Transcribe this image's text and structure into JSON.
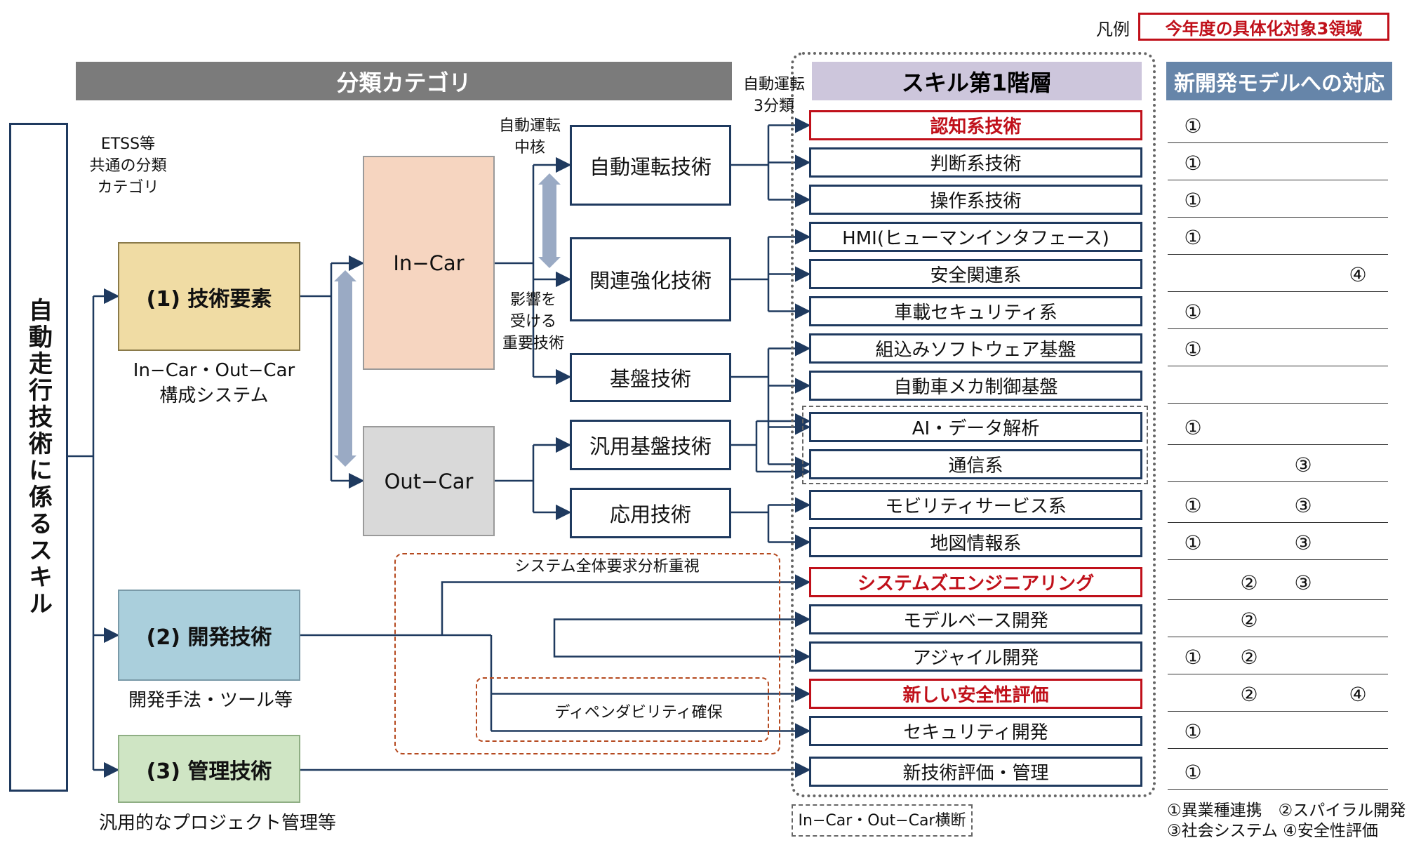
{
  "legend": {
    "label": "凡例",
    "box_text": "今年度の具体化対象3領域"
  },
  "headers": {
    "category": "分類カテゴリ",
    "skill_level1": "スキル第1階層",
    "new_model": "新開発モデルへの対応"
  },
  "root_label": "自動走行技術に係るスキル",
  "etss_note": "ETSS等 共通の分類 カテゴリ",
  "categories": [
    {
      "label": "(1) 技術要素",
      "caption": "In−Car・Out−Car 構成システム",
      "color": "#f0dca4"
    },
    {
      "label": "(2) 開発技術",
      "caption": "開発手法・ツール等",
      "color": "#aacfdc"
    },
    {
      "label": "(3) 管理技術",
      "caption": "汎用的なプロジェクト管理等",
      "color": "#cfe5c4"
    }
  ],
  "in_car": {
    "label": "In−Car",
    "color": "#f6d5c0"
  },
  "out_car": {
    "label": "Out−Car",
    "color": "#d9d9d9"
  },
  "tech_boxes": [
    "自動運転技術",
    "関連強化技術",
    "基盤技術",
    "汎用基盤技術",
    "応用技術"
  ],
  "annotations": {
    "core": "自動運転 中核",
    "affected": "影響を 受ける 重要技術",
    "three_class": "自動運転 3分類",
    "system_req": "システム全体要求分析重視",
    "dependability": "ディペンダビリティ確保",
    "crossing": "In−Car・Out−Car横断"
  },
  "skills": [
    {
      "label": "認知系技術",
      "highlight": true,
      "marks": [
        "①",
        "",
        "",
        ""
      ]
    },
    {
      "label": "判断系技術",
      "highlight": false,
      "marks": [
        "①",
        "",
        "",
        ""
      ]
    },
    {
      "label": "操作系技術",
      "highlight": false,
      "marks": [
        "①",
        "",
        "",
        ""
      ]
    },
    {
      "label": "HMI(ヒューマンインタフェース)",
      "highlight": false,
      "marks": [
        "①",
        "",
        "",
        ""
      ]
    },
    {
      "label": "安全関連系",
      "highlight": false,
      "marks": [
        "",
        "",
        "",
        "④"
      ]
    },
    {
      "label": "車載セキュリティ系",
      "highlight": false,
      "marks": [
        "①",
        "",
        "",
        ""
      ]
    },
    {
      "label": "組込みソフトウェア基盤",
      "highlight": false,
      "marks": [
        "①",
        "",
        "",
        ""
      ]
    },
    {
      "label": "自動車メカ制御基盤",
      "highlight": false,
      "marks": [
        "",
        "",
        "",
        ""
      ]
    },
    {
      "label": "AI・データ解析",
      "highlight": false,
      "marks": [
        "①",
        "",
        "",
        ""
      ]
    },
    {
      "label": "通信系",
      "highlight": false,
      "marks": [
        "",
        "",
        "③",
        ""
      ]
    },
    {
      "label": "モビリティサービス系",
      "highlight": false,
      "marks": [
        "①",
        "",
        "③",
        ""
      ]
    },
    {
      "label": "地図情報系",
      "highlight": false,
      "marks": [
        "①",
        "",
        "③",
        ""
      ]
    },
    {
      "label": "システムズエンジニアリング",
      "highlight": true,
      "marks": [
        "",
        "②",
        "③",
        ""
      ]
    },
    {
      "label": "モデルベース開発",
      "highlight": false,
      "marks": [
        "",
        "②",
        "",
        ""
      ]
    },
    {
      "label": "アジャイル開発",
      "highlight": false,
      "marks": [
        "①",
        "②",
        "",
        ""
      ]
    },
    {
      "label": "新しい安全性評価",
      "highlight": true,
      "marks": [
        "",
        "②",
        "",
        "④"
      ]
    },
    {
      "label": "セキュリティ開発",
      "highlight": false,
      "marks": [
        "①",
        "",
        "",
        ""
      ]
    },
    {
      "label": "新技術評価・管理",
      "highlight": false,
      "marks": [
        "①",
        "",
        "",
        ""
      ]
    }
  ],
  "footnote": {
    "line1": "①異業種連携　②スパイラル開発",
    "line2": "③社会システム ④安全性評価"
  },
  "colors": {
    "navy": "#1f3a5f",
    "red": "#c0101a",
    "arrow_fill": "#9aaac4"
  }
}
